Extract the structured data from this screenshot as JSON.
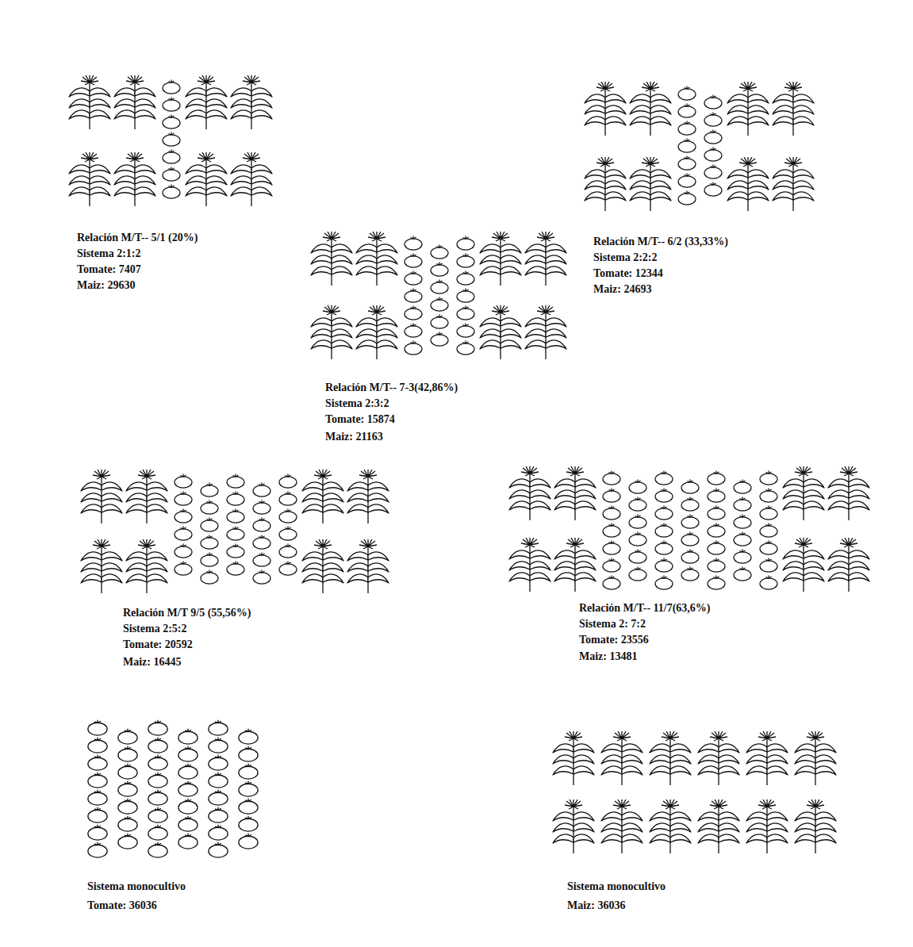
{
  "diagram": {
    "labels": [
      "Relación M/T-- 5/1 (20%)",
      "Sistema 2:1:2",
      "Tomate: 7407",
      "Maiz: 29630",
      "Relación M/T-- 6/2 (33,33%)",
      "Sistema 2:2:2",
      "Tomate: 12344",
      "Maiz: 24693",
      "Relación M/T-- 7-3(42,86%)",
      "Sistema 2:3:2",
      "Tomate: 15874",
      "Maiz: 21163",
      "Relación M/T 9/5 (55,56%)",
      "Sistema 2:5:2",
      "Tomate: 20592",
      "Maiz: 16445",
      "Relación M/T-- 11/7(63,6%)",
      "Sistema 2: 7:2",
      "Tomate: 23556",
      "Maiz: 13481",
      "Sistema monocultivo",
      "Tomate: 36036",
      "Sistema monocultivo",
      "Maiz: 36036"
    ]
  }
}
